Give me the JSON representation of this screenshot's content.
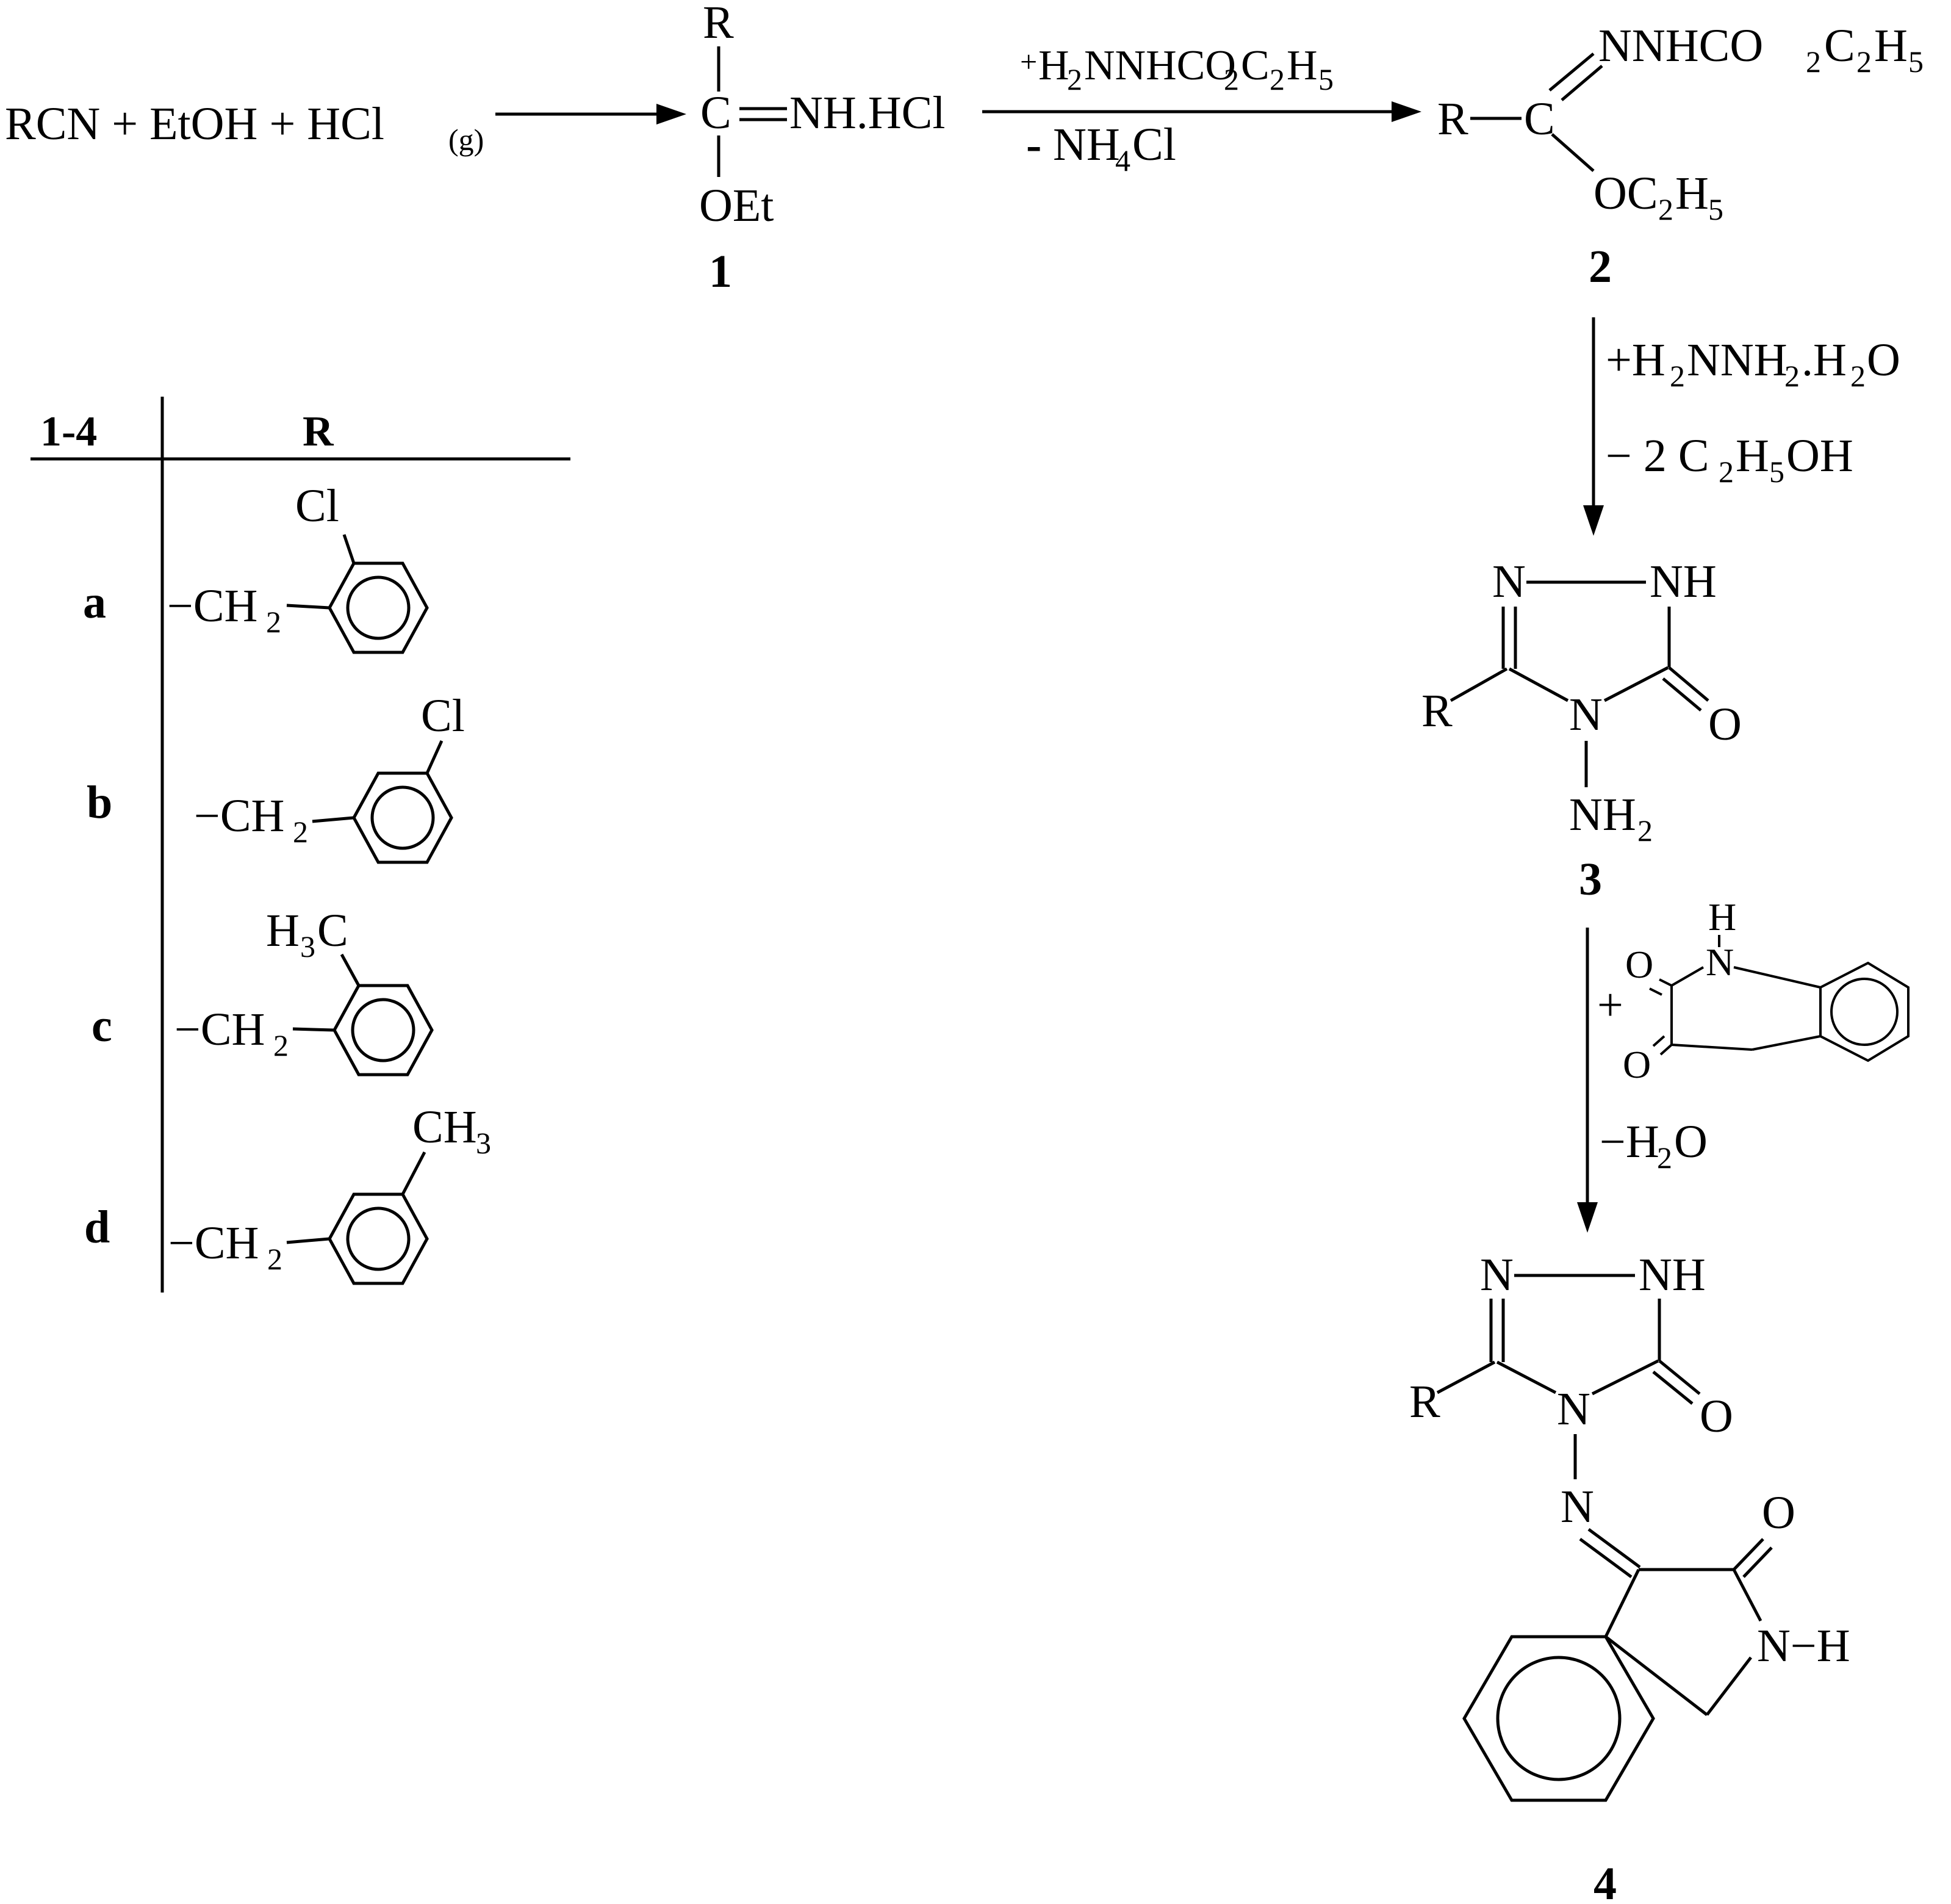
{
  "step1": {
    "reactants": "RCN + EtOH + HCl",
    "hcl_state": "(g)"
  },
  "compound1": {
    "r_label": "R",
    "carbon": "C",
    "imine": "NH.HCl",
    "ether": "OEt",
    "number": "1"
  },
  "arrow1": {
    "plus_sign": "+",
    "reagent_a": "H",
    "reagent_b": "NNHCO",
    "reagent_c": "C",
    "reagent_d": "H",
    "sub_2": "2",
    "sub_5": "5",
    "minus_sign": "-",
    "byproduct_a": "NH",
    "byproduct_sub": "4",
    "byproduct_b": "Cl"
  },
  "compound2": {
    "r_label": "R",
    "carbon": "C",
    "hydrazone_a": "NNHCO",
    "hydrazone_b": "C",
    "hydrazone_c": "H",
    "ester_a": "OC",
    "ester_b": "H",
    "sub_2": "2",
    "sub_5": "5",
    "number": "2"
  },
  "arrow2": {
    "reagent_a": "+H",
    "reagent_b": "NNH",
    "reagent_c": ".H",
    "reagent_d": "O",
    "byproduct_a": "− 2 C",
    "byproduct_b": "H",
    "byproduct_c": "OH",
    "sub_2": "2",
    "sub_5": "5"
  },
  "compound3": {
    "n1": "N",
    "nh": "NH",
    "r_label": "R",
    "n4": "N",
    "oxygen": "O",
    "amine_a": "NH",
    "sub_2": "2",
    "number": "3"
  },
  "arrow3": {
    "plus": "+",
    "isatin_h": "H",
    "isatin_n": "N",
    "isatin_o1": "O",
    "isatin_o2": "O",
    "byproduct_a": "−H",
    "byproduct_b": "O",
    "sub_2": "2"
  },
  "compound4": {
    "n1": "N",
    "nh": "NH",
    "r_label": "R",
    "n4": "N",
    "oxygen": "O",
    "imine_n": "N",
    "oxindole_o": "O",
    "oxindole_nh": "N−H",
    "number": "4"
  },
  "r_table": {
    "col_header": "1-4",
    "r_header": "R",
    "rows": [
      {
        "label": "a",
        "linker": "−CH",
        "sub": "2",
        "substituent": "Cl"
      },
      {
        "label": "b",
        "linker": "−CH",
        "sub": "2",
        "substituent": "Cl"
      },
      {
        "label": "c",
        "linker": "−CH",
        "sub": "2",
        "substituent_a": "H",
        "substituent_sub": "3",
        "substituent_b": "C"
      },
      {
        "label": "d",
        "linker": "−CH",
        "sub": "2",
        "substituent_a": "CH",
        "substituent_sub": "3"
      }
    ]
  }
}
